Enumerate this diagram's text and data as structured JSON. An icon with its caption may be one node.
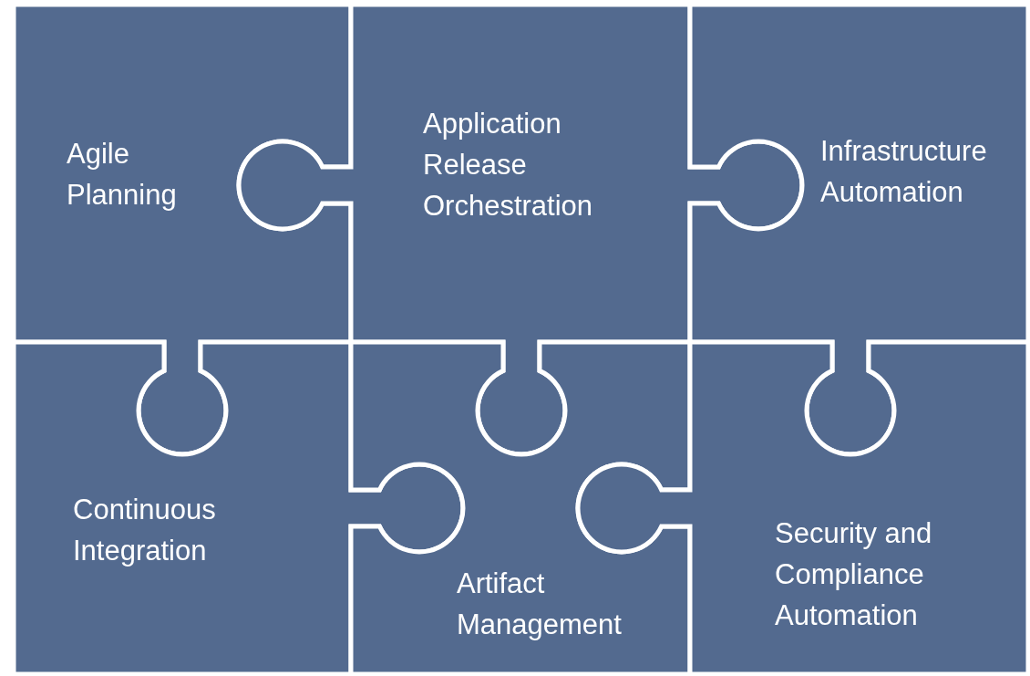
{
  "diagram": {
    "nodes": [
      {
        "text": [
          "Agile Planning"
        ]
      },
      {
        "text": [
          "Application Release Orchestration"
        ]
      },
      {
        "text": [
          "Infrastructure Automation"
        ]
      },
      {
        "text": [
          "Continuous Integration"
        ]
      },
      {
        "text": [
          "Artifact Management"
        ]
      },
      {
        "text": [
          "Security and Compliance Automation"
        ]
      }
    ]
  }
}
